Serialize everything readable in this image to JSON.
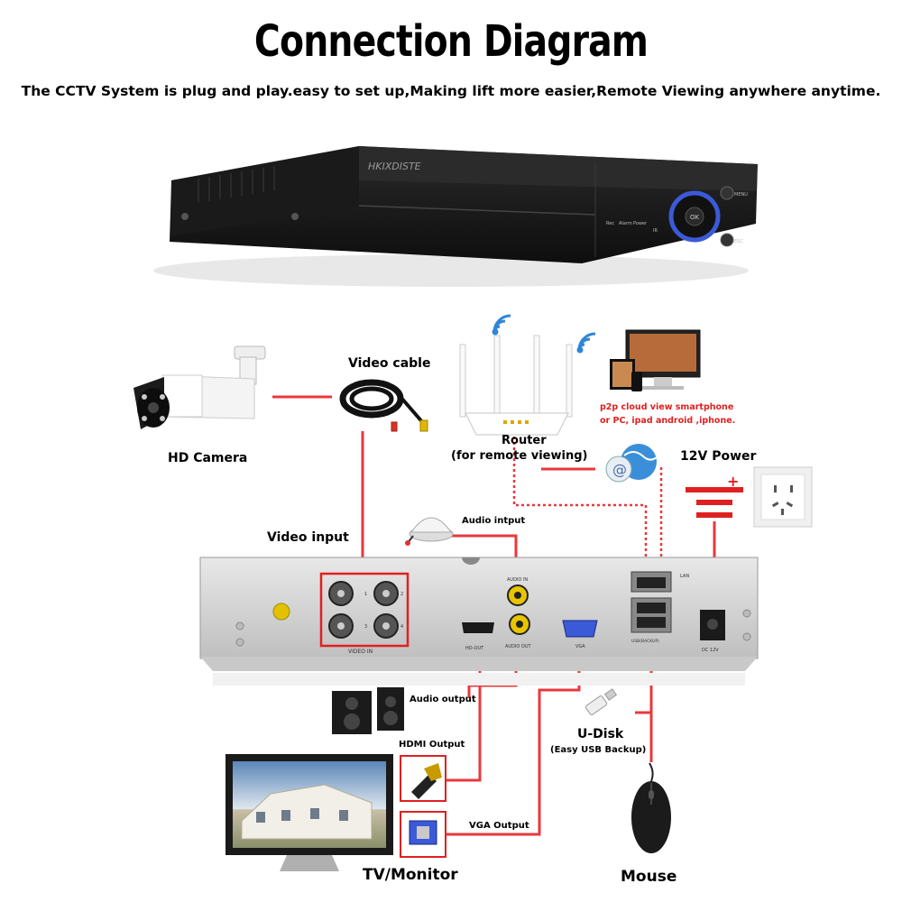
{
  "title": "Connection Diagram",
  "subtitle": "The CCTV System is plug and play.easy to set up,Making lift more easier,Remote Viewing anywhere anytime.",
  "dvr_front": {
    "brand": "HKIXDISTE",
    "leds": [
      "Rec",
      "Alarm",
      "Power"
    ],
    "ir": "IR",
    "menu": "MENU",
    "ok": "OK",
    "esc": "ESC"
  },
  "labels": {
    "video_cable": "Video cable",
    "hd_camera": "HD Camera",
    "router": "Router",
    "router_note": "(for remote viewing)",
    "p2p_line1": "p2p cloud  view smartphone",
    "p2p_line2": "or PC, ipad android ,iphone.",
    "power_12v": "12V Power",
    "video_input": "Video input",
    "audio_input": "Audio intput",
    "audio_output": "Audio output",
    "hdmi_output": "HDMI Output",
    "vga_output": "VGA Output",
    "udisk": "U-Disk",
    "udisk_note": "(Easy USB Backup)",
    "tv_monitor": "TV/Monitor",
    "mouse": "Mouse"
  },
  "rear_panel": {
    "video_in": "VIDEO IN",
    "audio_in": "AUDIO IN",
    "audio_out": "AUDIO OUT",
    "hd_out": "HD-OUT",
    "vga": "VGA",
    "lan": "LAN",
    "dc12v": "DC 12V",
    "usb": "USB(BACKUP)",
    "ports": [
      "1",
      "2",
      "3",
      "4"
    ]
  },
  "colors": {
    "connector": "#e8383d",
    "highlight_box": "#e02020",
    "chassis": "#1e1e1e",
    "panel": "#dcdcdc"
  }
}
